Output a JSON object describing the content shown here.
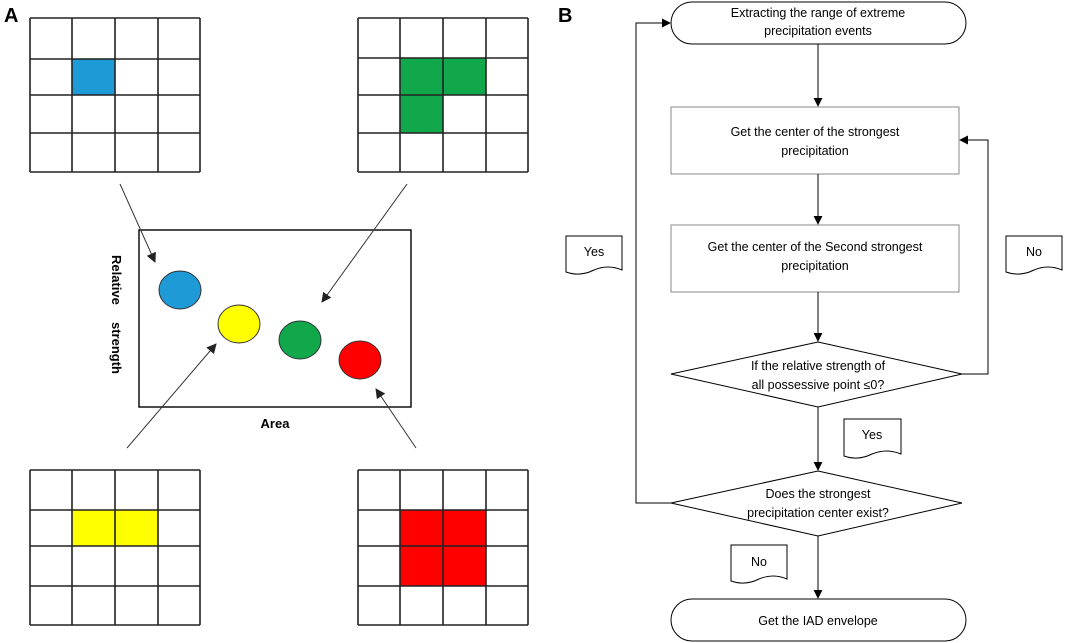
{
  "panel_a": {
    "label": "A",
    "y_axis_label_1": "Relative",
    "y_axis_label_2": "strength",
    "x_axis_label": "Area",
    "colors": {
      "blue": "#1e9ad6",
      "green": "#10a84a",
      "yellow": "#ffff00",
      "red": "#ff0000"
    }
  },
  "panel_b": {
    "label": "B",
    "start_line1": "Extracting the range of extreme",
    "start_line2": "precipitation events",
    "step1_line1": "Get the center of the strongest",
    "step1_line2": "precipitation",
    "step2_line1": "Get the center of the Second strongest",
    "step2_line2": "precipitation",
    "decision1_line1": "If the relative strength of",
    "decision1_line2": "all possessive point ≤0?",
    "decision2_line1": "Does the strongest",
    "decision2_line2": "precipitation center exist?",
    "end": "Get the IAD envelope",
    "note_yes_left": "Yes",
    "note_no_right": "No",
    "note_yes_center": "Yes",
    "note_no_bottom": "No"
  }
}
